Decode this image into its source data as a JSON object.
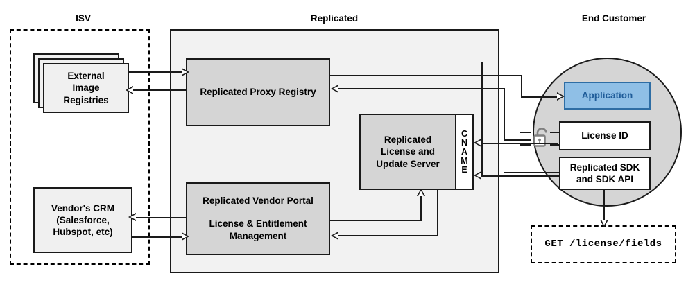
{
  "headers": {
    "isv": "ISV",
    "replicated": "Replicated",
    "end_customer": "End Customer"
  },
  "isv": {
    "registries": "External\nImage\nRegistries",
    "registries_lines": [
      "External",
      "Image",
      "Registries"
    ],
    "crm_lines": [
      "Vendor's CRM",
      "(Salesforce,",
      "Hubspot, etc)"
    ]
  },
  "replicated": {
    "proxy_registry": "Replicated Proxy Registry",
    "license_server_lines": [
      "Replicated",
      "License and",
      "Update Server"
    ],
    "cname_letters": [
      "C",
      "N",
      "A",
      "M",
      "E"
    ],
    "cname": "CNAME",
    "vendor_portal_line1": "Replicated Vendor Portal",
    "vendor_portal_line2": "License & Entitlement",
    "vendor_portal_line3": "Management"
  },
  "end_customer": {
    "application": "Application",
    "license_id": "License ID",
    "sdk_lines": [
      "Replicated SDK",
      "and SDK API"
    ],
    "lock_icon": "unlocked-padlock-icon",
    "api_call": "GET /license/fields"
  },
  "colors": {
    "app_fill": "#8fbfe6",
    "app_border": "#2e6da4",
    "app_text": "#1f5c99",
    "component_fill": "#d5d5d5",
    "zone_fill": "#f2f2f2",
    "stroke": "#1a1a1a"
  }
}
